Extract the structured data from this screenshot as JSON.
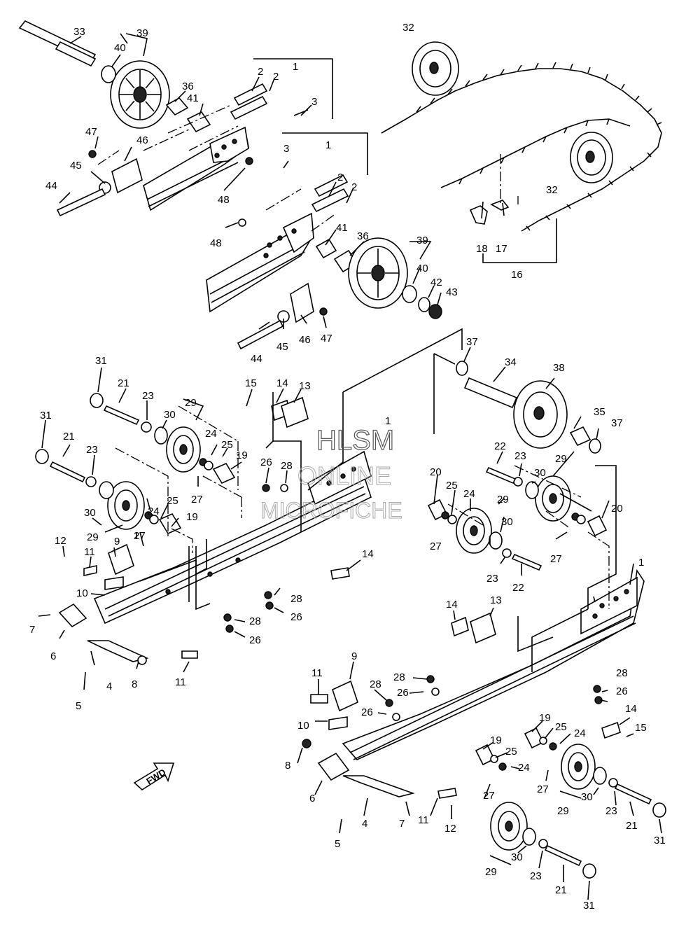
{
  "watermark": {
    "line1": "HLSM",
    "line2": "ONLINE",
    "line3": "MICROFICHE"
  },
  "direction_label": "FWD",
  "labels": [
    {
      "id": "l33",
      "text": "33"
    },
    {
      "id": "l39a",
      "text": "39"
    },
    {
      "id": "l40a",
      "text": "40"
    },
    {
      "id": "l1a",
      "text": "1"
    },
    {
      "id": "l2a",
      "text": "2"
    },
    {
      "id": "l2b",
      "text": "2"
    },
    {
      "id": "l3a",
      "text": "3"
    },
    {
      "id": "l36a",
      "text": "36"
    },
    {
      "id": "l41a",
      "text": "41"
    },
    {
      "id": "l47a",
      "text": "47"
    },
    {
      "id": "l46a",
      "text": "46"
    },
    {
      "id": "l45a",
      "text": "45"
    },
    {
      "id": "l44a",
      "text": "44"
    },
    {
      "id": "l48a",
      "text": "48"
    },
    {
      "id": "l32a",
      "text": "32"
    },
    {
      "id": "l32b",
      "text": "32"
    },
    {
      "id": "l3b",
      "text": "3"
    },
    {
      "id": "l1b",
      "text": "1"
    },
    {
      "id": "l2c",
      "text": "2"
    },
    {
      "id": "l2d",
      "text": "2"
    },
    {
      "id": "l48b",
      "text": "48"
    },
    {
      "id": "l41b",
      "text": "41"
    },
    {
      "id": "l36b",
      "text": "36"
    },
    {
      "id": "l39b",
      "text": "39"
    },
    {
      "id": "l18",
      "text": "18"
    },
    {
      "id": "l17",
      "text": "17"
    },
    {
      "id": "l16",
      "text": "16"
    },
    {
      "id": "l40b",
      "text": "40"
    },
    {
      "id": "l42",
      "text": "42"
    },
    {
      "id": "l43",
      "text": "43"
    },
    {
      "id": "l44b",
      "text": "44"
    },
    {
      "id": "l45b",
      "text": "45"
    },
    {
      "id": "l46b",
      "text": "46"
    },
    {
      "id": "l47b",
      "text": "47"
    },
    {
      "id": "l31a",
      "text": "31"
    },
    {
      "id": "l21a",
      "text": "21"
    },
    {
      "id": "l23a",
      "text": "23"
    },
    {
      "id": "l15a",
      "text": "15"
    },
    {
      "id": "l14a",
      "text": "14"
    },
    {
      "id": "l13a",
      "text": "13"
    },
    {
      "id": "l37a",
      "text": "37"
    },
    {
      "id": "l34",
      "text": "34"
    },
    {
      "id": "l38",
      "text": "38"
    },
    {
      "id": "l29a",
      "text": "29"
    },
    {
      "id": "l30a",
      "text": "30"
    },
    {
      "id": "l31b",
      "text": "31"
    },
    {
      "id": "l21b",
      "text": "21"
    },
    {
      "id": "l24a",
      "text": "24"
    },
    {
      "id": "l25a",
      "text": "25"
    },
    {
      "id": "l19a",
      "text": "19"
    },
    {
      "id": "l26a",
      "text": "26"
    },
    {
      "id": "l28a",
      "text": "28"
    },
    {
      "id": "l1c",
      "text": "1"
    },
    {
      "id": "l35",
      "text": "35"
    },
    {
      "id": "l37b",
      "text": "37"
    },
    {
      "id": "l23b",
      "text": "23"
    },
    {
      "id": "l22a",
      "text": "22"
    },
    {
      "id": "l23c",
      "text": "23"
    },
    {
      "id": "l30b",
      "text": "30"
    },
    {
      "id": "l29b",
      "text": "29"
    },
    {
      "id": "l27a",
      "text": "27"
    },
    {
      "id": "l20a",
      "text": "20"
    },
    {
      "id": "l25b",
      "text": "25"
    },
    {
      "id": "l24b",
      "text": "24"
    },
    {
      "id": "l30c",
      "text": "30"
    },
    {
      "id": "l29c",
      "text": "29"
    },
    {
      "id": "l24c",
      "text": "24"
    },
    {
      "id": "l25c",
      "text": "25"
    },
    {
      "id": "l19b",
      "text": "19"
    },
    {
      "id": "l27b",
      "text": "27"
    },
    {
      "id": "l12a",
      "text": "12"
    },
    {
      "id": "l9a",
      "text": "9"
    },
    {
      "id": "l11a",
      "text": "11"
    },
    {
      "id": "l27c",
      "text": "27"
    },
    {
      "id": "l29d",
      "text": "29"
    },
    {
      "id": "l30d",
      "text": "30"
    },
    {
      "id": "l23d",
      "text": "23"
    },
    {
      "id": "l22b",
      "text": "22"
    },
    {
      "id": "l27d",
      "text": "27"
    },
    {
      "id": "l20b",
      "text": "20"
    },
    {
      "id": "l14b",
      "text": "14"
    },
    {
      "id": "l10a",
      "text": "10"
    },
    {
      "id": "l28b",
      "text": "28"
    },
    {
      "id": "l26b",
      "text": "26"
    },
    {
      "id": "l28c",
      "text": "28"
    },
    {
      "id": "l26c",
      "text": "26"
    },
    {
      "id": "l7a",
      "text": "7"
    },
    {
      "id": "l6a",
      "text": "6"
    },
    {
      "id": "l4a",
      "text": "4"
    },
    {
      "id": "l8a",
      "text": "8"
    },
    {
      "id": "l11b",
      "text": "11"
    },
    {
      "id": "l5a",
      "text": "5"
    },
    {
      "id": "l1d",
      "text": "1"
    },
    {
      "id": "l14c",
      "text": "14"
    },
    {
      "id": "l13b",
      "text": "13"
    },
    {
      "id": "l9b",
      "text": "9"
    },
    {
      "id": "l11c",
      "text": "11"
    },
    {
      "id": "l28d",
      "text": "28"
    },
    {
      "id": "l28e",
      "text": "28"
    },
    {
      "id": "l26d",
      "text": "26"
    },
    {
      "id": "l28f",
      "text": "28"
    },
    {
      "id": "l26e",
      "text": "26"
    },
    {
      "id": "l26f",
      "text": "26"
    },
    {
      "id": "l10b",
      "text": "10"
    },
    {
      "id": "l14d",
      "text": "14"
    },
    {
      "id": "l15b",
      "text": "15"
    },
    {
      "id": "l19c",
      "text": "19"
    },
    {
      "id": "l25d",
      "text": "25"
    },
    {
      "id": "l24d",
      "text": "24"
    },
    {
      "id": "l19d",
      "text": "19"
    },
    {
      "id": "l25e",
      "text": "25"
    },
    {
      "id": "l24e",
      "text": "24"
    },
    {
      "id": "l8b",
      "text": "8"
    },
    {
      "id": "l27e",
      "text": "27"
    },
    {
      "id": "l27f",
      "text": "27"
    },
    {
      "id": "l30e",
      "text": "30"
    },
    {
      "id": "l29e",
      "text": "29"
    },
    {
      "id": "l23e",
      "text": "23"
    },
    {
      "id": "l21c",
      "text": "21"
    },
    {
      "id": "l31c",
      "text": "31"
    },
    {
      "id": "l6b",
      "text": "6"
    },
    {
      "id": "l4b",
      "text": "4"
    },
    {
      "id": "l7b",
      "text": "7"
    },
    {
      "id": "l11d",
      "text": "11"
    },
    {
      "id": "l12b",
      "text": "12"
    },
    {
      "id": "l5b",
      "text": "5"
    },
    {
      "id": "l30f",
      "text": "30"
    },
    {
      "id": "l29f",
      "text": "29"
    },
    {
      "id": "l23f",
      "text": "23"
    },
    {
      "id": "l21d",
      "text": "21"
    },
    {
      "id": "l31d",
      "text": "31"
    }
  ]
}
